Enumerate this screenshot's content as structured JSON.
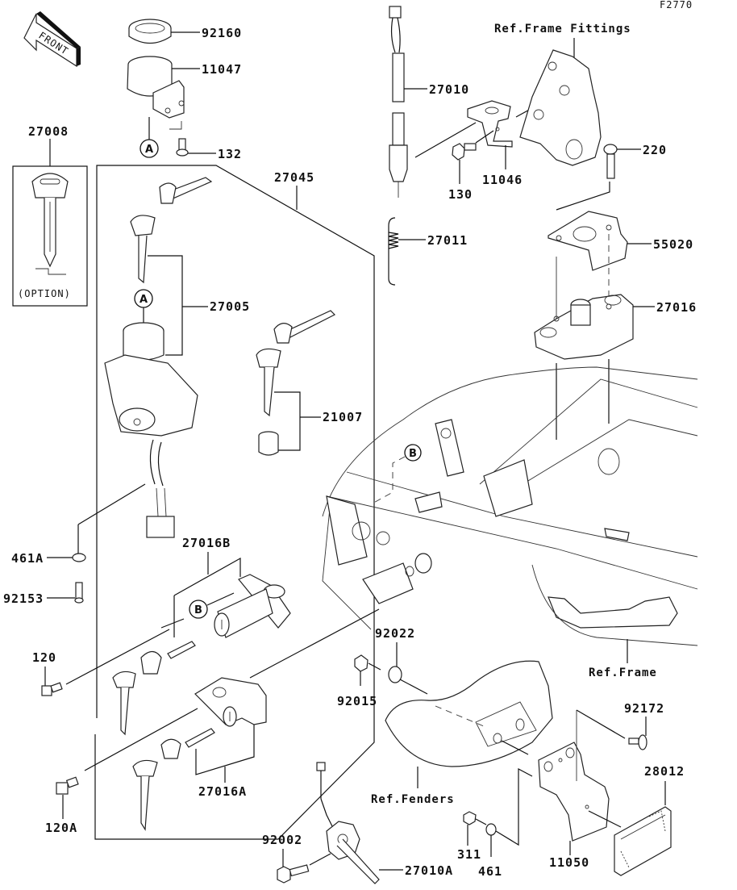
{
  "diagram": {
    "figure_code": "F2770",
    "front_arrow_label": "FRONT",
    "option_label": "(OPTION)",
    "ref_labels": {
      "frame_fittings": "Ref.Frame Fittings",
      "frame": "Ref.Frame",
      "fenders": "Ref.Fenders"
    },
    "circle_markers": {
      "a_top": "A",
      "a_switch": "A",
      "b_frame": "B",
      "b_lock": "B"
    },
    "part_numbers": {
      "p92160": "92160",
      "p11047": "11047",
      "p132": "132",
      "p27008": "27008",
      "p27045": "27045",
      "p27005": "27005",
      "p21007": "21007",
      "p461A": "461A",
      "p92153": "92153",
      "p27016B": "27016B",
      "p120": "120",
      "p120A": "120A",
      "p27016A": "27016A",
      "p92002": "92002",
      "p27010A": "27010A",
      "p27010": "27010",
      "p130": "130",
      "p11046": "11046",
      "p220": "220",
      "p27011": "27011",
      "p55020": "55020",
      "p27016": "27016",
      "p92022": "92022",
      "p92015": "92015",
      "p311": "311",
      "p461": "461",
      "p11050": "11050",
      "p92172": "92172",
      "p28012": "28012"
    }
  }
}
